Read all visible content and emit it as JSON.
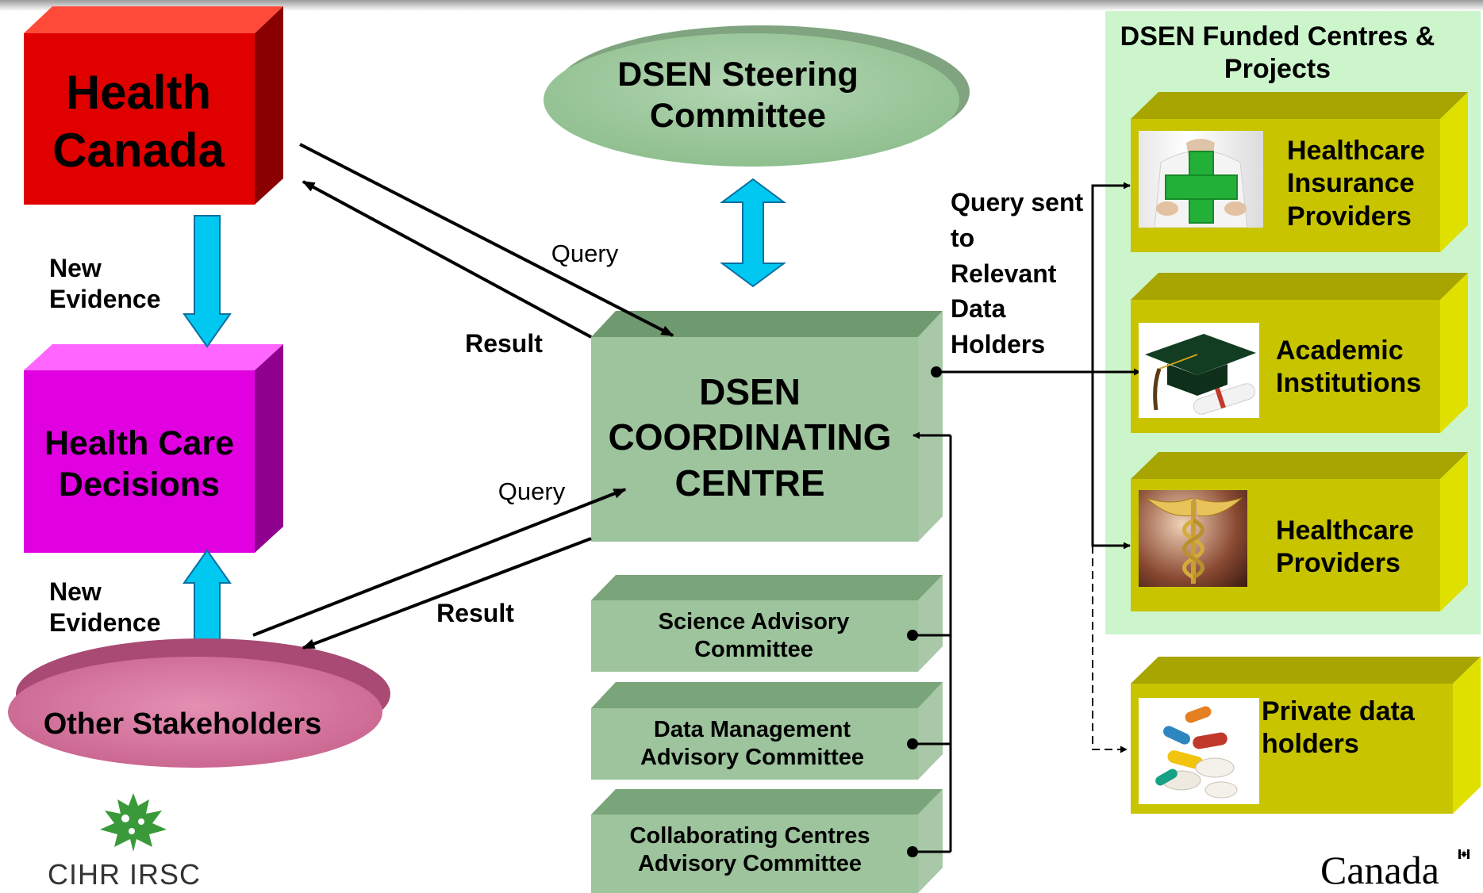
{
  "nodes": {
    "health_canada": "Health Canada",
    "health_care_decisions": "Health Care Decisions",
    "other_stakeholders": "Other Stakeholders",
    "steering_committee": "DSEN Steering Committee",
    "coordinating_centre": "DSEN COORDINATING CENTRE",
    "science_advisory": "Science Advisory Committee",
    "data_management_advisory": "Data Management Advisory Committee",
    "collaborating_centres_advisory": "Collaborating Centres Advisory Committee",
    "funded_centres_title": "DSEN Funded Centres & Projects",
    "insurance_providers": "Healthcare Insurance Providers",
    "academic_institutions": "Academic Institutions",
    "healthcare_providers": "Healthcare Providers",
    "private_data_holders": "Private data holders"
  },
  "edge_labels": {
    "new_evidence_top": "New Evidence",
    "new_evidence_bottom": "New Evidence",
    "query_top": "Query",
    "result_top": "Result",
    "query_bottom": "Query",
    "result_bottom": "Result",
    "query_sent": "Query sent to Relevant Data Holders"
  },
  "logos": {
    "cihr": "CIHR IRSC",
    "canada": "Canada"
  },
  "colors": {
    "health_canada": "#e00000",
    "decisions": "#e000e0",
    "stakeholders": "#d67aa0",
    "committee_green": "#9dc49d",
    "funded_panel": "#ccf5cc",
    "olive": "#c8c400",
    "blue_arrow": "#00c8f0"
  }
}
